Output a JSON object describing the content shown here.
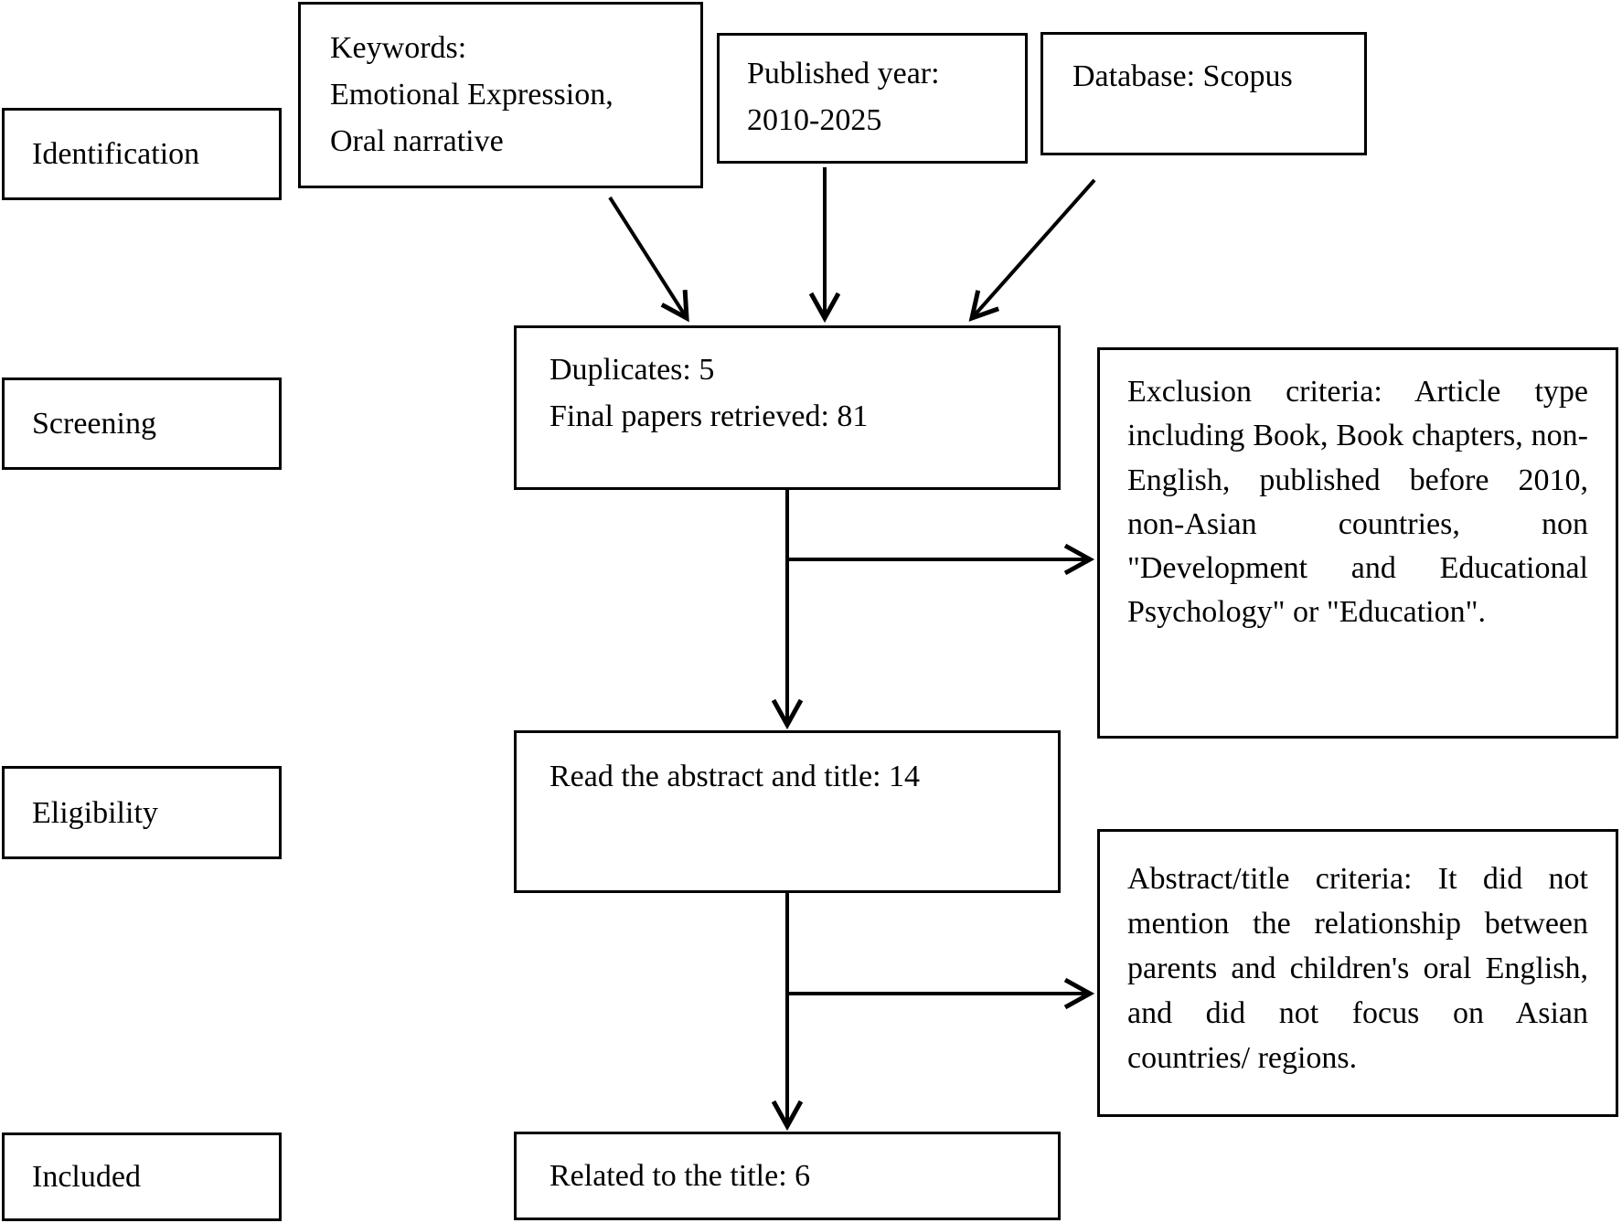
{
  "diagram": {
    "title_hint": "Literature selection flow diagram",
    "stage_labels": {
      "identification": "Identification",
      "screening": "Screening",
      "eligibility": "Eligibility",
      "included": "Included"
    },
    "boxes": {
      "keywords": "Keywords:\nEmotional Expression,\nOral narrative",
      "published_year": "Published year:\n2010-2025",
      "database": "Database: Scopus",
      "duplicates": "Duplicates: 5\nFinal papers retrieved: 81",
      "exclusion_criteria": "Exclusion criteria: Article type including Book, Book chapters, non-English, published before 2010, non-Asian countries, non \"Development and Educational Psychology\" or \"Education\".",
      "read_abstract": "Read the abstract and title: 14",
      "abstract_title_criteria": "Abstract/title criteria: It did not mention the relationship between parents and children's oral English, and did not focus on Asian countries/ regions.",
      "related_title": "Related to the title: 6"
    },
    "counts": {
      "duplicates": 5,
      "final_papers_retrieved": 81,
      "abstract_title_read": 14,
      "related_to_title": 6
    },
    "colors": {
      "line": "#000000",
      "background": "#ffffff",
      "text": "#000000"
    }
  }
}
